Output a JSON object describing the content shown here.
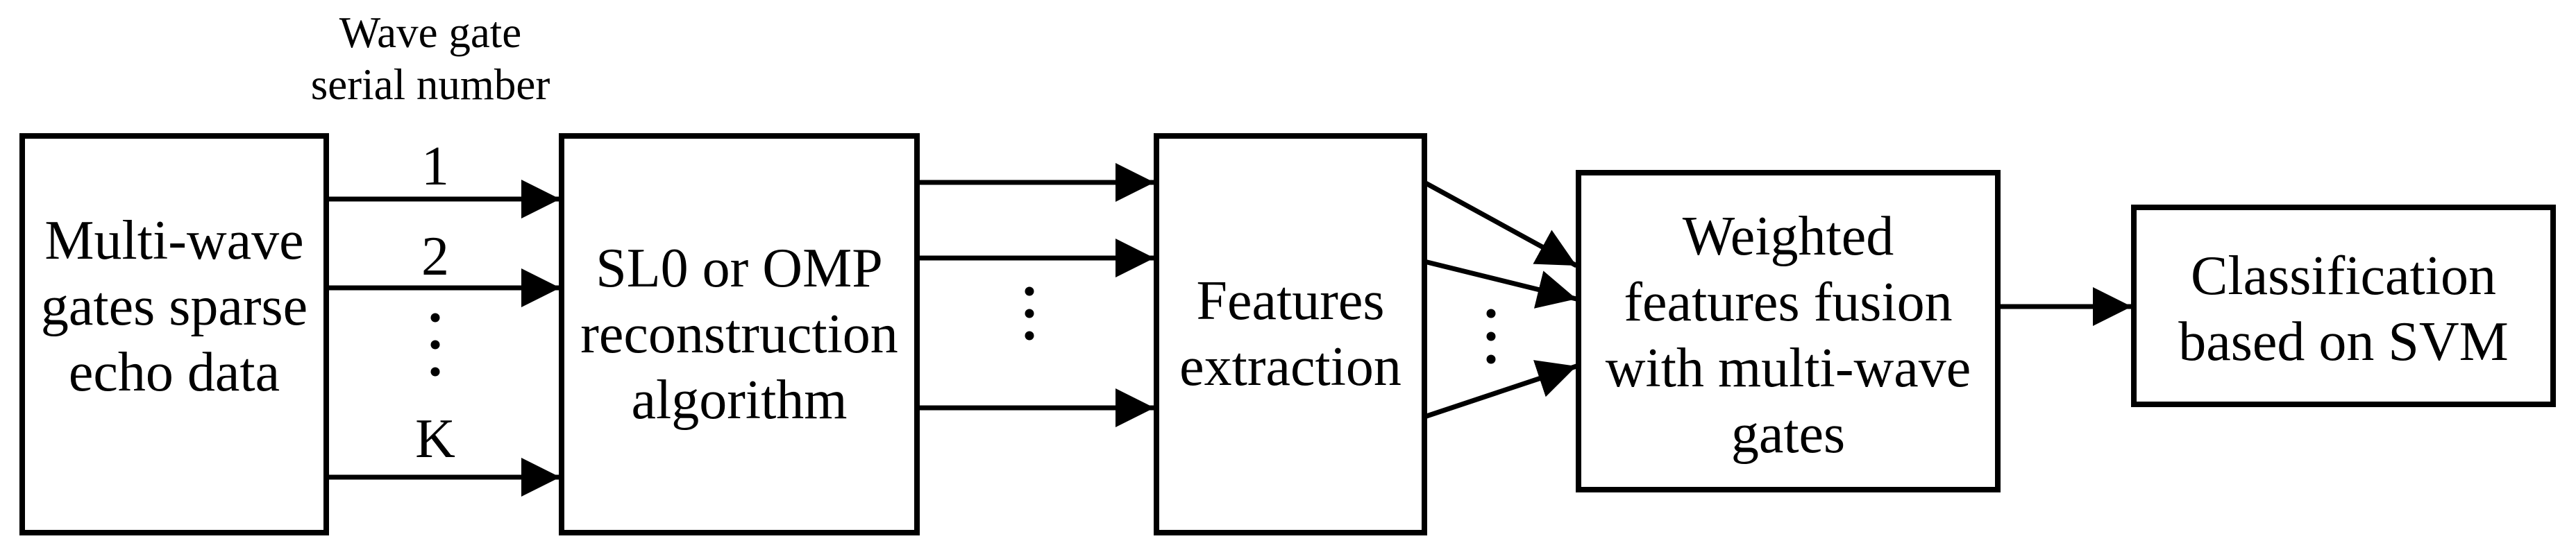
{
  "diagram": {
    "header_label": {
      "line1": "Wave gate",
      "line2": "serial number"
    },
    "wave_gate_numbers": [
      "1",
      "2",
      "K"
    ],
    "icons": {
      "vertical_ellipsis_icon": "⋮"
    },
    "boxes": {
      "input": {
        "lines": [
          "Multi-wave",
          "gates sparse",
          "echo data"
        ]
      },
      "reconstruction": {
        "lines": [
          "SL0 or OMP",
          "reconstruction",
          "algorithm"
        ]
      },
      "features": {
        "lines": [
          "Features",
          "extraction"
        ]
      },
      "fusion": {
        "lines": [
          "Weighted",
          "features fusion",
          "with multi-wave",
          "gates"
        ]
      },
      "classification": {
        "lines": [
          "Classification",
          "based on SVM"
        ]
      }
    },
    "colors": {
      "stroke": "#000000",
      "background": "#ffffff",
      "text": "#000000"
    }
  }
}
